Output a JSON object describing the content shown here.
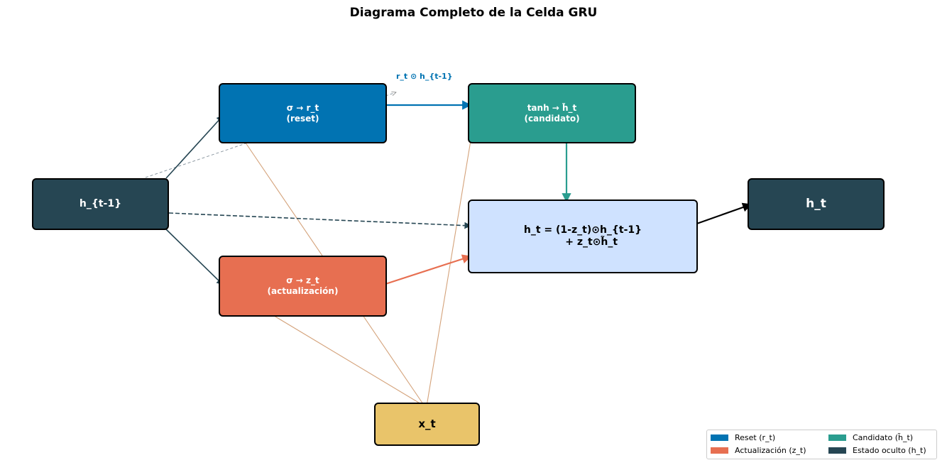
{
  "title": "Diagrama Completo de la Celda GRU",
  "colors": {
    "reset": "#0173b2",
    "update": "#e76f51",
    "candidate": "#2a9d8f",
    "hidden": "#264653",
    "input": "#e9c46a",
    "output_combine": "#cfe2ff"
  },
  "nodes": {
    "h_prev": {
      "label": "h_{t-1}"
    },
    "reset": {
      "label": "σ → r_t\n(reset)"
    },
    "update": {
      "label": "σ → z_t\n(actualización)"
    },
    "candidate": {
      "label": "tanh → h̃_t\n(candidato)"
    },
    "combine": {
      "label": "h_t = (1-z_t)⊙h_{t-1}\n     + z_t⊙h̃_t"
    },
    "h_t": {
      "label": "h_t"
    },
    "x_t": {
      "label": "x_t"
    }
  },
  "annotations": {
    "reset_product": "r_t ⊙ h_{t-1}"
  },
  "edges": [
    {
      "from": "h_prev",
      "to": "reset",
      "style": "solid"
    },
    {
      "from": "h_prev",
      "to": "update",
      "style": "solid"
    },
    {
      "from": "h_prev",
      "to": "combine",
      "style": "dashed"
    },
    {
      "from": "h_prev",
      "to": "reset_product",
      "style": "dashed"
    },
    {
      "from": "x_t",
      "to": "reset",
      "style": "thin"
    },
    {
      "from": "x_t",
      "to": "update",
      "style": "thin"
    },
    {
      "from": "x_t",
      "to": "candidate",
      "style": "thin"
    },
    {
      "from": "reset",
      "to": "candidate",
      "style": "solid"
    },
    {
      "from": "update",
      "to": "combine",
      "style": "solid"
    },
    {
      "from": "candidate",
      "to": "combine",
      "style": "solid"
    },
    {
      "from": "combine",
      "to": "h_t",
      "style": "solid"
    }
  ],
  "legend": {
    "items": [
      {
        "label": "Reset (r_t)",
        "color": "#0173b2"
      },
      {
        "label": "Actualización (z_t)",
        "color": "#e76f51"
      },
      {
        "label": "Candidato (h̃_t)",
        "color": "#2a9d8f"
      },
      {
        "label": "Estado oculto (h_t)",
        "color": "#264653"
      }
    ]
  }
}
